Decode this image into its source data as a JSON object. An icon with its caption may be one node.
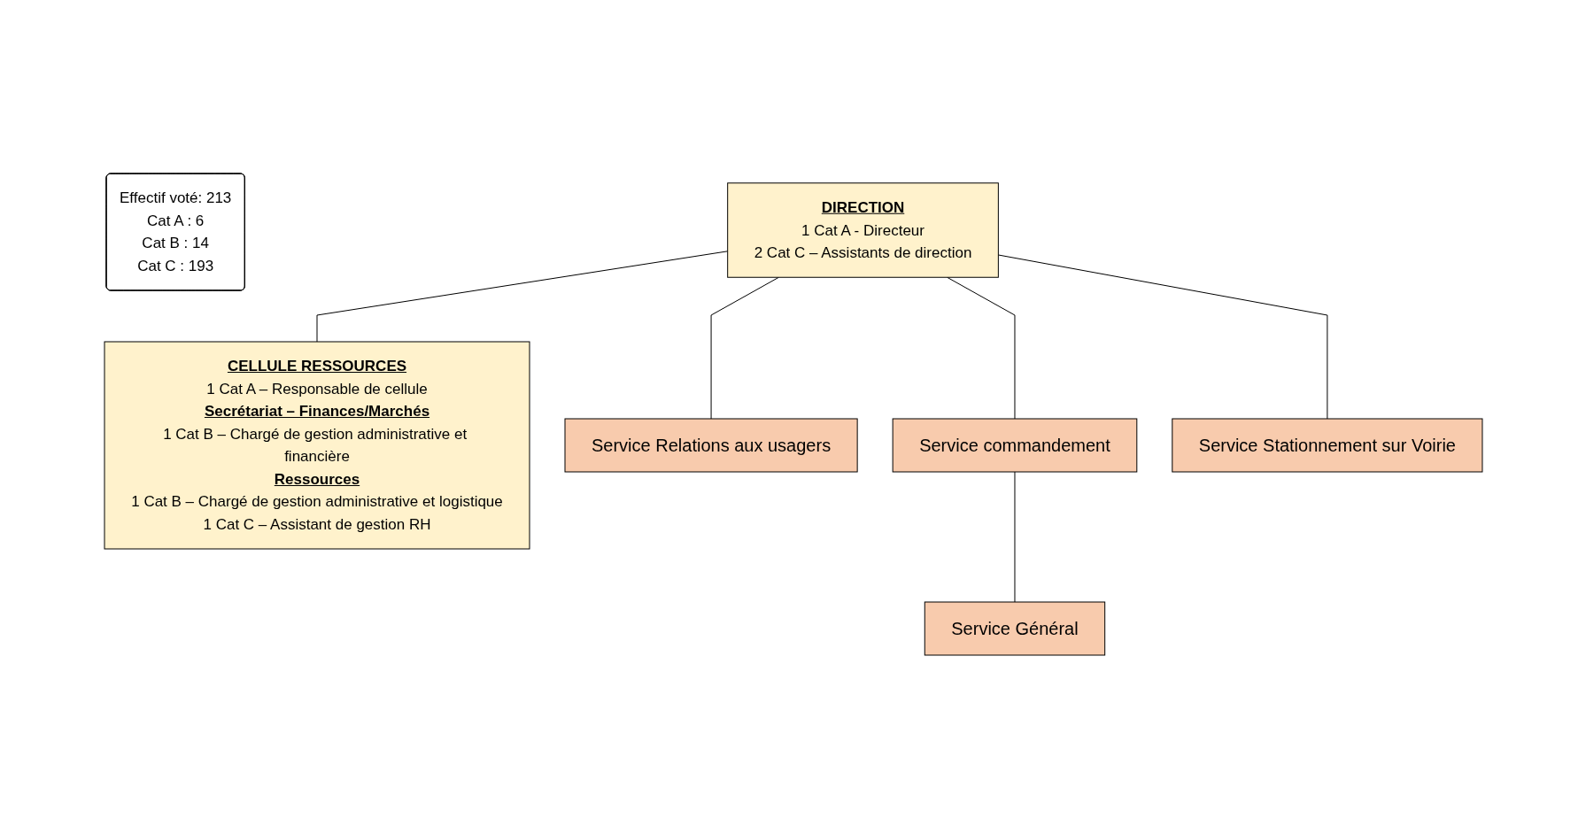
{
  "diagram": {
    "nodes": [
      {
        "text": [
          "Effectif voté: 213",
          "Cat A : 6",
          "Cat B : 14",
          "Cat C : 193"
        ]
      },
      {
        "text": [
          "DIRECTION",
          "1 Cat A - Directeur",
          "2 Cat C – Assistants de direction"
        ]
      },
      {
        "text": [
          "CELLULE RESSOURCES",
          "1 Cat A – Responsable de cellule",
          "Secrétariat – Finances/Marchés",
          "1 Cat B – Chargé de gestion administrative et financière",
          "Ressources",
          "1 Cat B – Chargé de gestion administrative et logistique",
          "1 Cat C – Assistant de gestion RH"
        ]
      },
      {
        "text": [
          "Service Relations aux usagers"
        ]
      },
      {
        "text": [
          "Service commandement"
        ]
      },
      {
        "text": [
          "Service Stationnement sur Voirie"
        ]
      },
      {
        "text": [
          "Service Général"
        ]
      }
    ],
    "edges": [
      {
        "from": 1,
        "to": 2,
        "arrow": "none"
      },
      {
        "from": 1,
        "to": 3,
        "arrow": "none"
      },
      {
        "from": 1,
        "to": 4,
        "arrow": "none"
      },
      {
        "from": 1,
        "to": 5,
        "arrow": "none"
      },
      {
        "from": 4,
        "to": 6,
        "arrow": "none"
      }
    ]
  }
}
